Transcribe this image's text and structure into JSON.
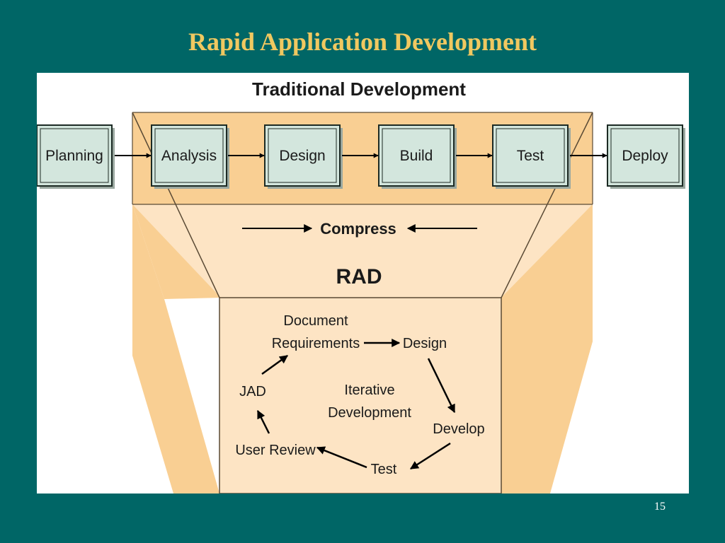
{
  "slide": {
    "title": "Rapid Application Development",
    "number": "15"
  },
  "diagram": {
    "traditional_title": "Traditional Development",
    "phases": [
      "Planning",
      "Analysis",
      "Design",
      "Build",
      "Test",
      "Deploy"
    ],
    "compress_label": "Compress",
    "rad_title": "RAD",
    "cycle": {
      "document_line1": "Document",
      "document_line2": "Requirements",
      "design": "Design",
      "develop": "Develop",
      "test": "Test",
      "user_review": "User Review",
      "jad": "JAD",
      "center_line1": "Iterative",
      "center_line2": "Development"
    },
    "colors": {
      "background": "#006666",
      "title": "#f0c860",
      "funnel_dark": "#f9cf93",
      "funnel_light": "#fde4c4",
      "box_fill": "#d3e6dd",
      "box_border": "#1c2a24"
    }
  }
}
